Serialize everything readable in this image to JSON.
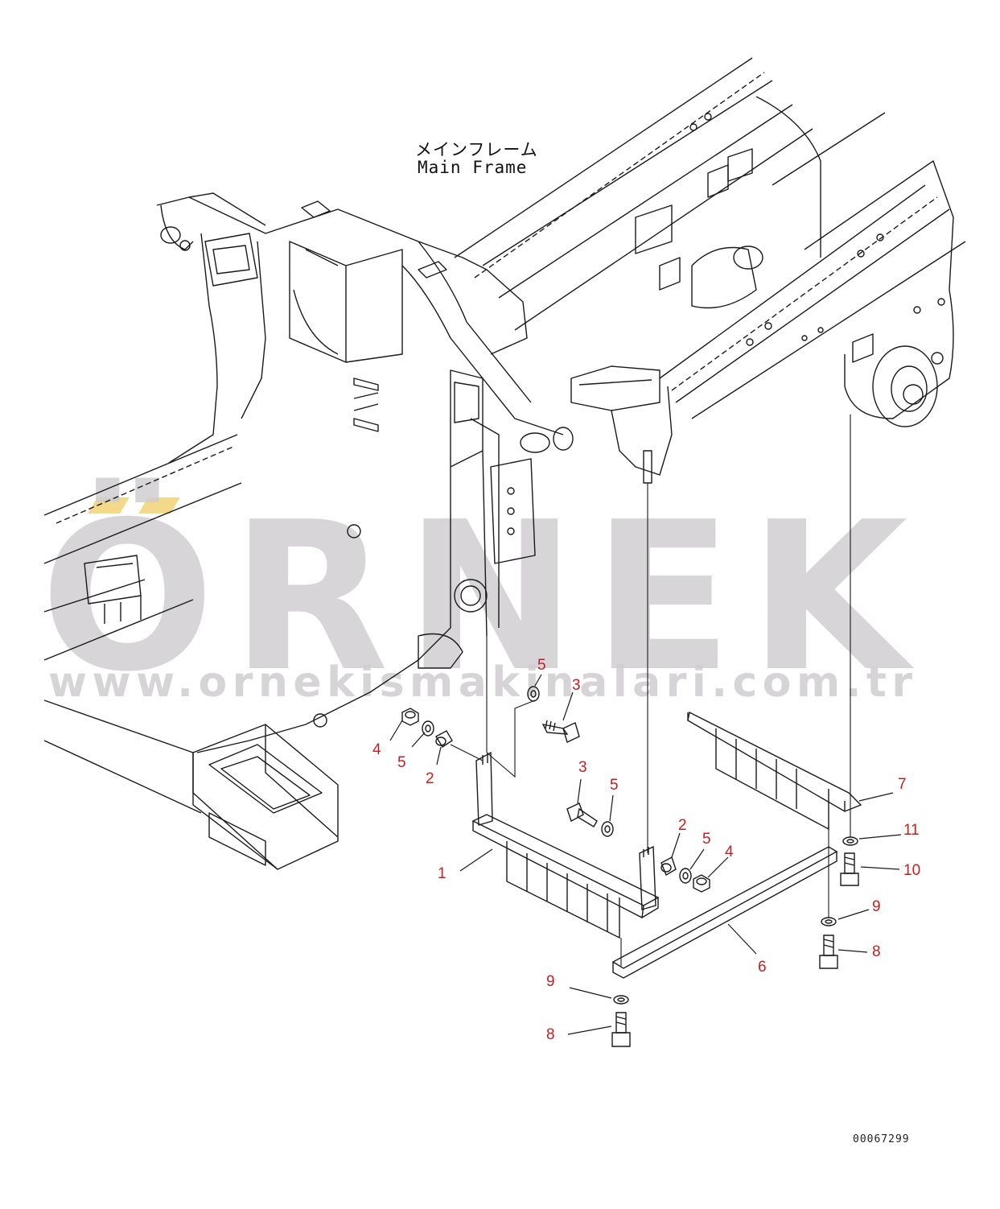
{
  "title": {
    "japanese": "メインフレーム",
    "english": "Main Frame"
  },
  "watermark": {
    "brand": "ÖRNEK",
    "url": "www.ornekismakinalari.com.tr",
    "color": "#cfcdd0"
  },
  "drawing_number": "00067299",
  "callouts": [
    {
      "id": "c-5a",
      "text": "5"
    },
    {
      "id": "c-3a",
      "text": "3"
    },
    {
      "id": "c-4a",
      "text": "4"
    },
    {
      "id": "c-5b",
      "text": "5"
    },
    {
      "id": "c-2a",
      "text": "2"
    },
    {
      "id": "c-3b",
      "text": "3"
    },
    {
      "id": "c-5c",
      "text": "5"
    },
    {
      "id": "c-2b",
      "text": "2"
    },
    {
      "id": "c-5d",
      "text": "5"
    },
    {
      "id": "c-4b",
      "text": "4"
    },
    {
      "id": "c-1",
      "text": "1"
    },
    {
      "id": "c-7",
      "text": "7"
    },
    {
      "id": "c-11",
      "text": "11"
    },
    {
      "id": "c-10",
      "text": "10"
    },
    {
      "id": "c-9a",
      "text": "9"
    },
    {
      "id": "c-8a",
      "text": "8"
    },
    {
      "id": "c-6",
      "text": "6"
    },
    {
      "id": "c-9b",
      "text": "9"
    },
    {
      "id": "c-8b",
      "text": "8"
    }
  ],
  "colors": {
    "line": "#1a1a1a",
    "callout": "#c41f1f",
    "watermark_accent": "#f3d98a"
  }
}
